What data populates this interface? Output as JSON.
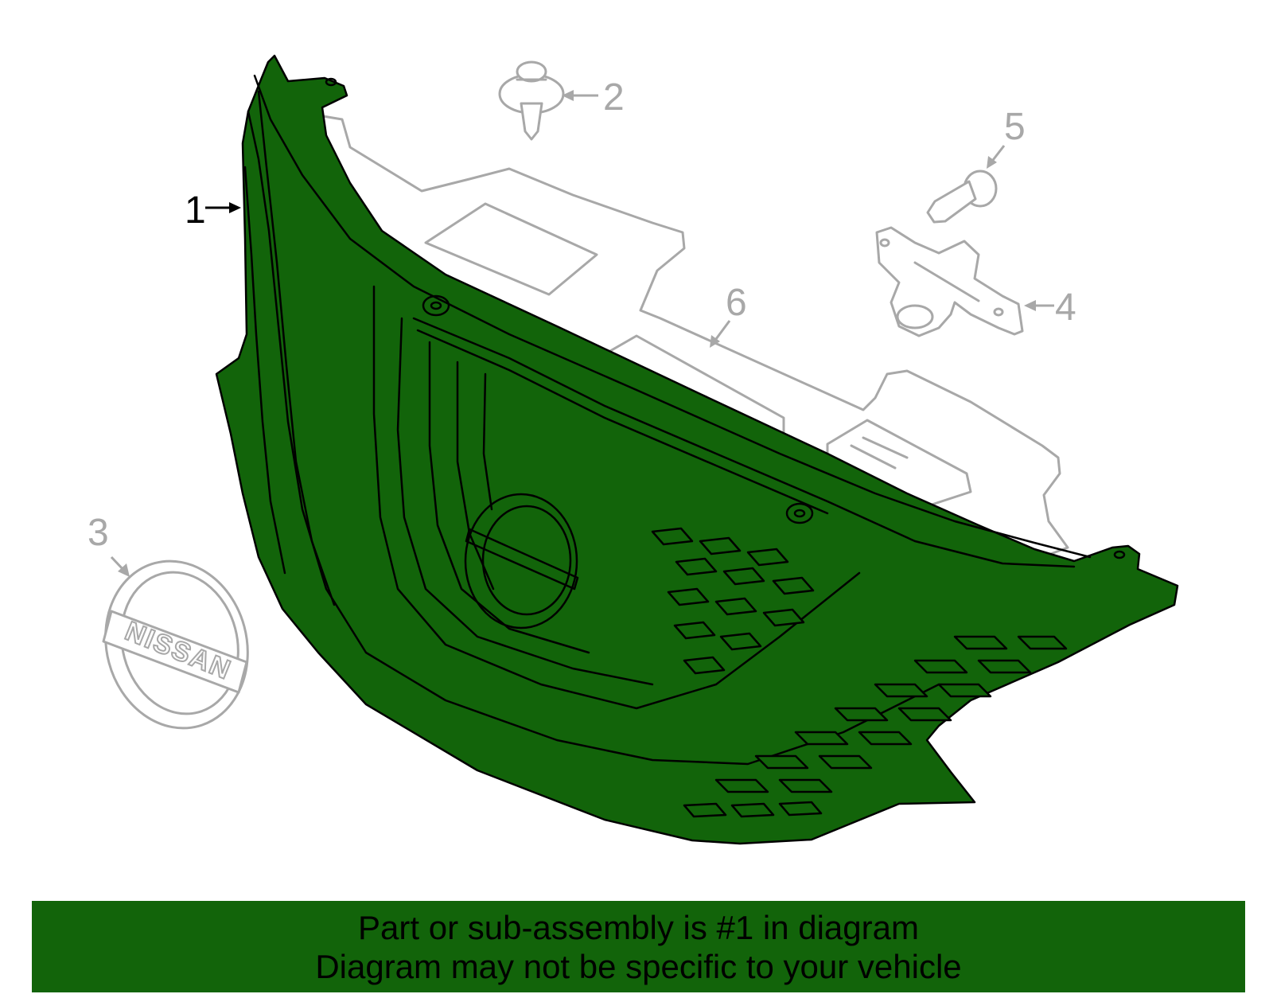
{
  "diagram": {
    "highlight_color": "#12640a",
    "ghost_color": "#a8a8a8",
    "callouts": [
      {
        "id": "callout-1",
        "label": "1",
        "part": "grille-assembly",
        "highlighted": true
      },
      {
        "id": "callout-2",
        "label": "2",
        "part": "push-clip"
      },
      {
        "id": "callout-3",
        "label": "3",
        "part": "emblem"
      },
      {
        "id": "callout-4",
        "label": "4",
        "part": "bracket"
      },
      {
        "id": "callout-5",
        "label": "5",
        "part": "screw"
      },
      {
        "id": "callout-6",
        "label": "6",
        "part": "support-panel"
      }
    ],
    "emblem_text": "NISSAN"
  },
  "banner": {
    "line1": "Part or sub-assembly is #1 in diagram",
    "line2": "Diagram may not be specific to your vehicle",
    "background": "#12640a"
  }
}
